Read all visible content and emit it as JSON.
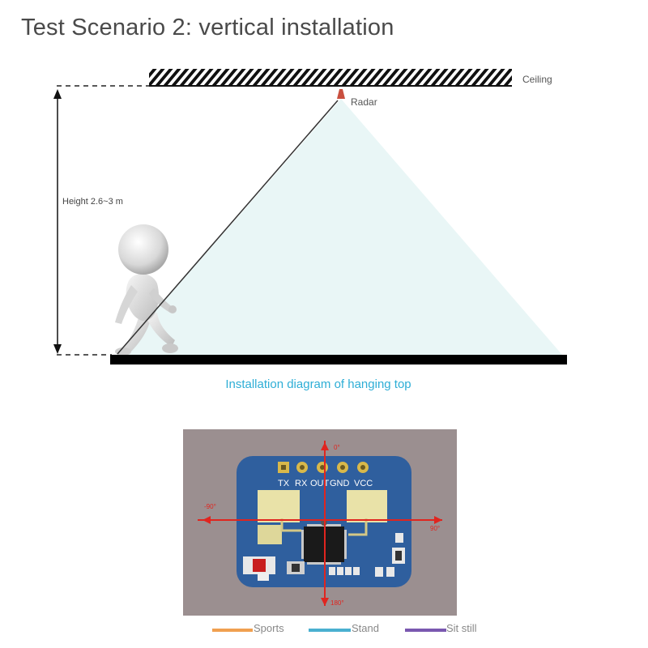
{
  "title": "Test Scenario 2: vertical installation",
  "diagram": {
    "ceiling_label": "Ceiling",
    "radar_label": "Radar",
    "height_label": "Height 2.6~3 m",
    "caption": "Installation diagram of hanging top"
  },
  "board": {
    "pins": [
      "TX",
      "RX",
      "OUT",
      "GND",
      "VCC"
    ],
    "angles": {
      "top": "0°",
      "left": "-90°",
      "right": "90°",
      "bottom": "180°"
    }
  },
  "legend": [
    {
      "label": "Sports",
      "color": "#f0a050"
    },
    {
      "label": "Stand",
      "color": "#4ab0d0"
    },
    {
      "label": "Sit still",
      "color": "#7a58b0"
    }
  ],
  "colors": {
    "coverage": "#e9f6f6",
    "radar": "#c94f3f",
    "board_bg": "#9b8f90",
    "pcb": "#2f5f9e",
    "crosshair": "#e0251f"
  }
}
